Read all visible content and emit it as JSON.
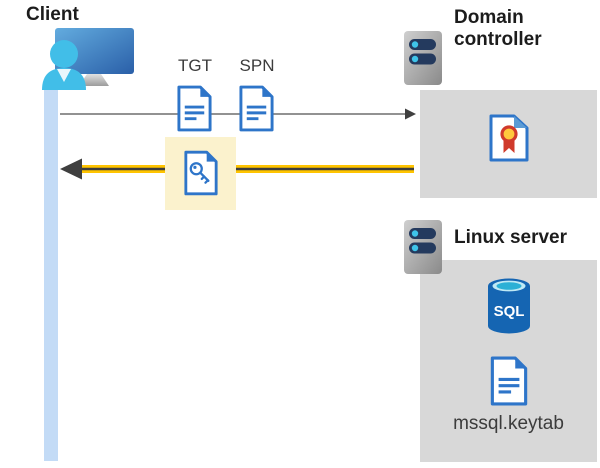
{
  "client": {
    "label": "Client"
  },
  "flow": {
    "tgt_label": "TGT",
    "spn_label": "SPN"
  },
  "domain_controller": {
    "title": "Domain controller"
  },
  "linux_server": {
    "title": "Linux server",
    "sql_label": "SQL",
    "keytab_label": "mssql.keytab"
  },
  "icons": {
    "client-computer-icon": "person at monitor",
    "timeline-bar": "client lifeline bar",
    "request-arrow": "gray arrow pointing right",
    "response-arrow": "yellow arrow pointing left",
    "tgt-document-icon": "document with text lines",
    "spn-document-icon": "document with text lines",
    "key-document-icon": "document with key",
    "domain-controller-server-icon": "server tower",
    "certificate-icon": "document with ribbon seal",
    "linux-server-icon": "server tower",
    "sql-database-icon": "SQL database cylinder",
    "keytab-document-icon": "document with text lines"
  },
  "colors": {
    "timeline_blue": "#C3DBF6",
    "panel_gray": "#D8D8D8",
    "highlight_yellow": "#FBF2CD",
    "arrow_yellow": "#FFC400",
    "arrow_dark": "#3F3F3F",
    "request_arrow_gray": "#6E6E6E",
    "document_blue": "#2E75C9",
    "fold_light_blue": "#5B9BD5",
    "sql_blue": "#1565B2",
    "sql_top_teal": "#2CB0D6",
    "person_cyan": "#41BEE8",
    "monitor_blue": "#2A5FA8",
    "server_pill_navy": "#243A5E",
    "server_dot_cyan": "#3FC4E9",
    "ribbon_red": "#D03A2B",
    "seal_yellow": "#FFC83D"
  }
}
